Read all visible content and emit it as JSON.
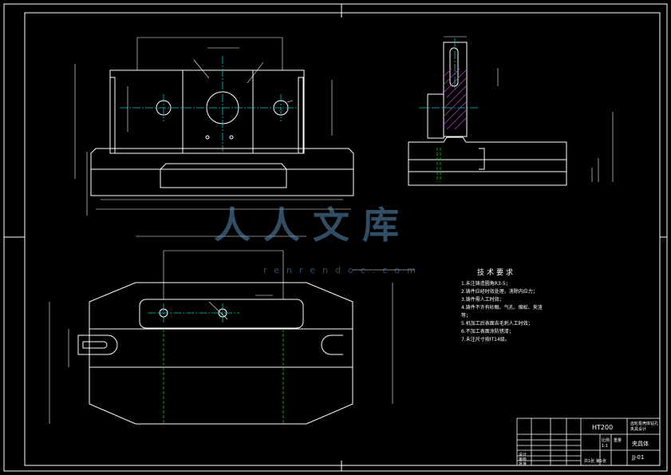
{
  "watermark": {
    "brand_cn": "人人文库",
    "site": "renrendoc.com"
  },
  "technical_requirements": {
    "title": "技术要求",
    "items": [
      "1.未注铸造圆角R3-5；",
      "2.铸件应经时效处理，消除内应力；",
      "3.铸件需人工时效；",
      "4.铸件不许有砂眼、气孔、缩松、夹渣",
      "等；",
      "5.机加工后表面去毛刺人工时效；",
      "6.不加工表面涂防锈漆；",
      "7.未注尺寸按IT14级。"
    ]
  },
  "title_block": {
    "material": "HT200",
    "drawing_title": "齿轮泵壳体钻孔夹具设计",
    "part_name": "夹具体",
    "drawing_no": "JJ-01",
    "scale": "1:1",
    "sheet": "共1张 第1张",
    "design_label": "设计",
    "check_label": "审核",
    "approve_label": "批准",
    "scale_label": "比例",
    "weight_label": "重量"
  },
  "colors": {
    "background": "#000000",
    "outline": "#ffffff",
    "center_line": "#00c8c8",
    "hidden_line": "#00d000",
    "hatch": "#c040c0",
    "watermark": "#5a8fb8"
  }
}
